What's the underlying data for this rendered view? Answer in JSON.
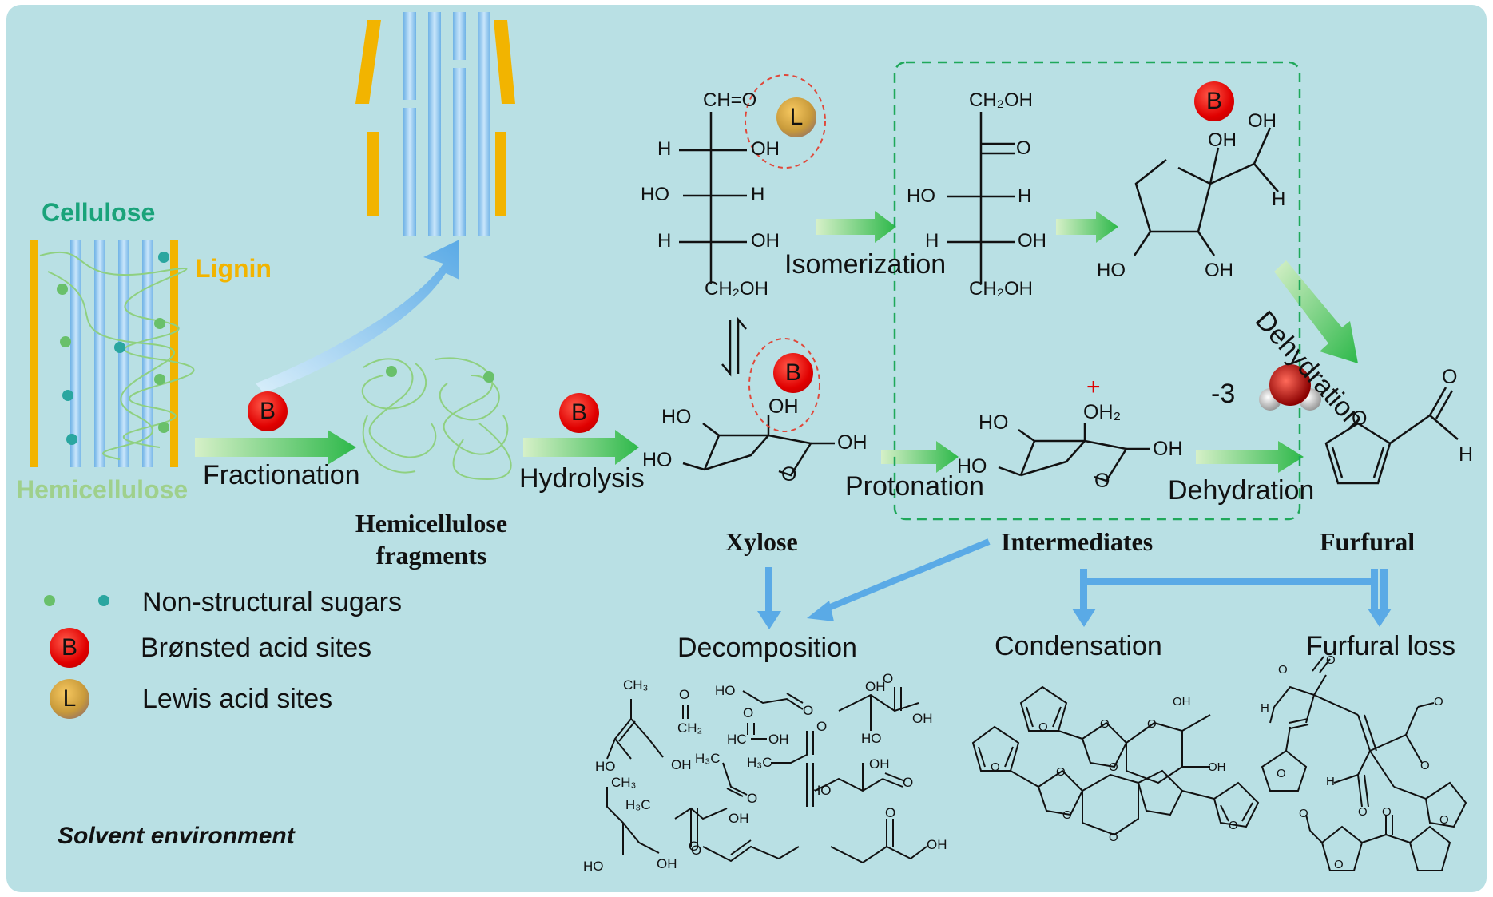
{
  "labels": {
    "cellulose": "Cellulose",
    "lignin": "Lignin",
    "hemicellulose": "Hemicellulose",
    "fractionation": "Fractionation",
    "hemi_fragments_line1": "Hemicellulose",
    "hemi_fragments_line2": "fragments",
    "hydrolysis": "Hydrolysis",
    "xylose": "Xylose",
    "isomerization": "Isomerization",
    "protonation": "Protonation",
    "intermediates": "Intermediates",
    "dehydration_diag": "Dehydration",
    "dehydration": "Dehydration",
    "furfural": "Furfural",
    "minus3": "-3",
    "decomposition": "Decomposition",
    "condensation": "Condensation",
    "furfural_loss": "Furfural loss",
    "solvent_environment": "Solvent environment"
  },
  "legend": {
    "sugars": "Non-structural sugars",
    "bronsted": "Brønsted acid sites",
    "lewis": "Lewis acid sites",
    "b": "B",
    "l": "L"
  },
  "xylose_fischer": {
    "top": "CH=O",
    "r1_left": "H",
    "r1_right": "OH",
    "r2_left": "HO",
    "r2_right": "H",
    "r3_left": "H",
    "r3_right": "OH",
    "bottom": "CH₂OH"
  },
  "xylulose_fischer": {
    "top": "CH₂OH",
    "r1_right": "O",
    "r2_left": "HO",
    "r2_right": "H",
    "r3_left": "H",
    "r3_right": "OH",
    "bottom": "CH₂OH"
  },
  "furanose": {
    "oh1": "OH",
    "oh2": "OH",
    "h": "H",
    "ho": "HO",
    "oh3": "OH"
  },
  "xylose_ring": {
    "ho_top": "HO",
    "oh_top": "OH",
    "oh_right": "OH",
    "ho_left": "HO",
    "o": "O"
  },
  "protonated_ring": {
    "ho_top": "HO",
    "oh2": "OH₂",
    "plus": "+",
    "oh_right": "OH",
    "ho_left": "HO",
    "o": "O"
  },
  "furfural_struct": {
    "o_ring": "O",
    "o_ald": "O",
    "h": "H"
  },
  "decomp_struct": {
    "ch3_a": "CH₃",
    "ho_a": "HO",
    "oh_a": "OH",
    "o_a": "O",
    "ch2": "CH₂",
    "ho_b": "HO",
    "o_b": "O",
    "o_c": "O",
    "hc": "HC",
    "oh_c": "OH",
    "h3c_a": "H₃C",
    "o_d": "O",
    "h3c_b": "H₃C",
    "o_e": "O",
    "ch3_b": "CH₃",
    "h3c_c": "H₃C",
    "oh_d": "OH",
    "ho_c": "HO",
    "oh_e": "OH",
    "o_f": "O",
    "o_g": "O",
    "ho_d": "HO",
    "oh_f": "OH",
    "o_h": "O",
    "oh_g": "OH",
    "oh_h": "OH",
    "ho_e": "HO",
    "o_i": "O",
    "oh_i": "OH",
    "o_j": "O"
  },
  "cond_struct": {
    "oh1": "OH",
    "oh2": "OH",
    "o1": "O",
    "o2": "O",
    "o3": "O",
    "o4": "O",
    "o5": "O",
    "o6": "O",
    "o7": "O",
    "o8": "O",
    "o9": "O"
  },
  "loss_struct": {
    "h1": "H",
    "o1": "O",
    "o2": "O",
    "o3": "O",
    "o4": "O",
    "h2": "H",
    "o5": "O",
    "o6": "O",
    "o7": "O",
    "o8": "O",
    "o9": "O",
    "o10": "O"
  },
  "colors": {
    "background": "#b9e0e4",
    "bronsted": "#e00000",
    "lewis": "#c89a3a",
    "arrow_green": "#2db84a",
    "arrow_blue": "#5aaae6",
    "dashed_box": "#1fa85a",
    "cellulose_text": "#1aa37a",
    "lignin": "#f2b400",
    "hemicellulose": "#9fd08c"
  },
  "icons": [
    "bronsted-badge",
    "lewis-badge",
    "water-molecule",
    "blue-curved-arrow",
    "green-arrow",
    "blue-arrow"
  ]
}
